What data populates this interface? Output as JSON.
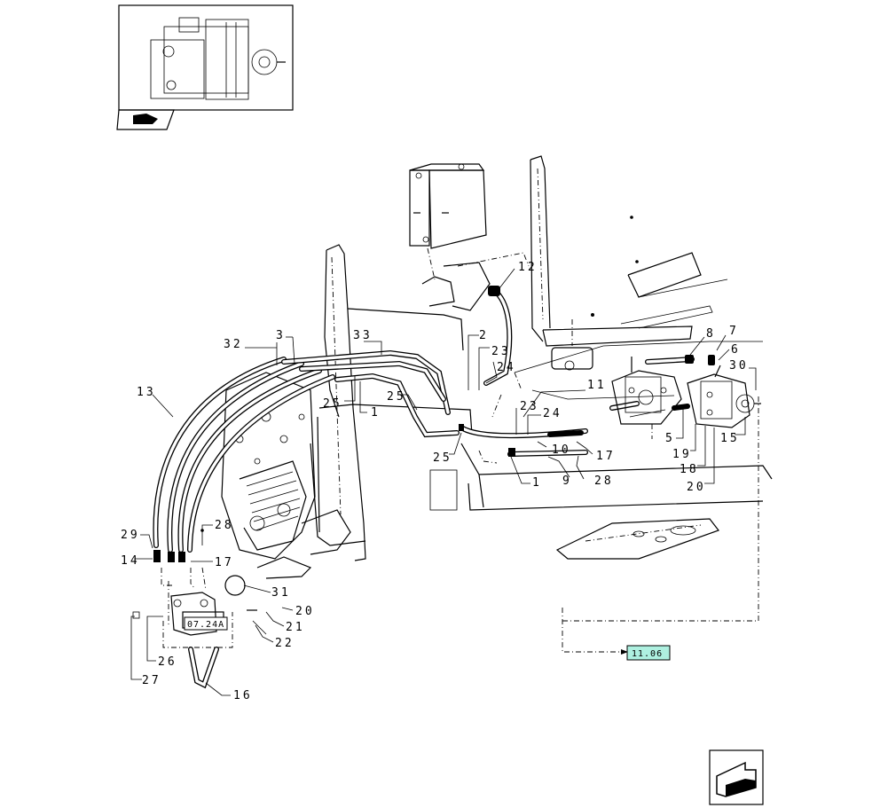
{
  "refs": {
    "ref_left": "07.24A",
    "ref_right": "11.06"
  },
  "colors": {
    "ref_right_fill": "#aef0e0",
    "ink": "#000000"
  },
  "icons": {
    "top_left": "pump-thumbnail-icon",
    "thumb_tab": "book-arrow-icon",
    "bottom_right": "next-page-arrow-icon"
  },
  "callouts": {
    "c1a": "1",
    "c1b": "1",
    "c2": "2",
    "c3": "3",
    "c5": "5",
    "c6": "6",
    "c7": "7",
    "c8": "8",
    "c9": "9",
    "c10": "10",
    "c11": "11",
    "c12": "12",
    "c13": "13",
    "c14": "14",
    "c15": "15",
    "c16": "16",
    "c17a": "17",
    "c17b": "17",
    "c18": "18",
    "c19": "19",
    "c20a": "20",
    "c20b": "20",
    "c21": "21",
    "c22": "22",
    "c23a": "23",
    "c23b": "23",
    "c24a": "24",
    "c24b": "24",
    "c25a": "25",
    "c25b": "25",
    "c25c": "25",
    "c26": "26",
    "c27": "27",
    "c28a": "28",
    "c28b": "28",
    "c29": "29",
    "c30": "30",
    "c31": "31",
    "c32": "32",
    "c33": "33"
  }
}
